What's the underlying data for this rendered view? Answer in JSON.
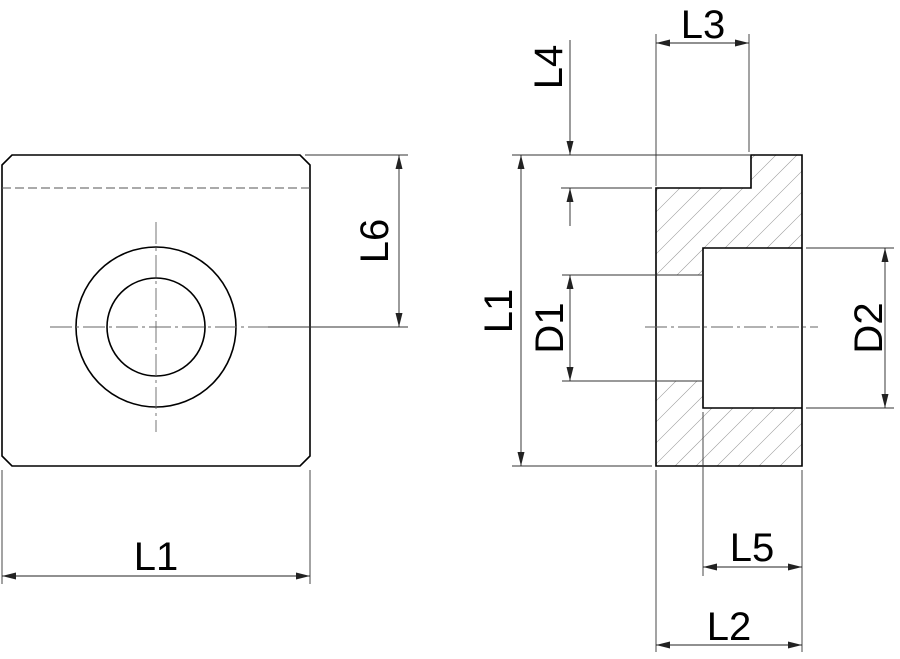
{
  "labels": {
    "front_width": "L1",
    "front_height_half": "L6",
    "side_height": "L1",
    "step_depth": "L4",
    "step_width": "L3",
    "small_bore": "D1",
    "large_bore": "D2",
    "counterbore_depth": "L5",
    "thickness": "L2"
  }
}
